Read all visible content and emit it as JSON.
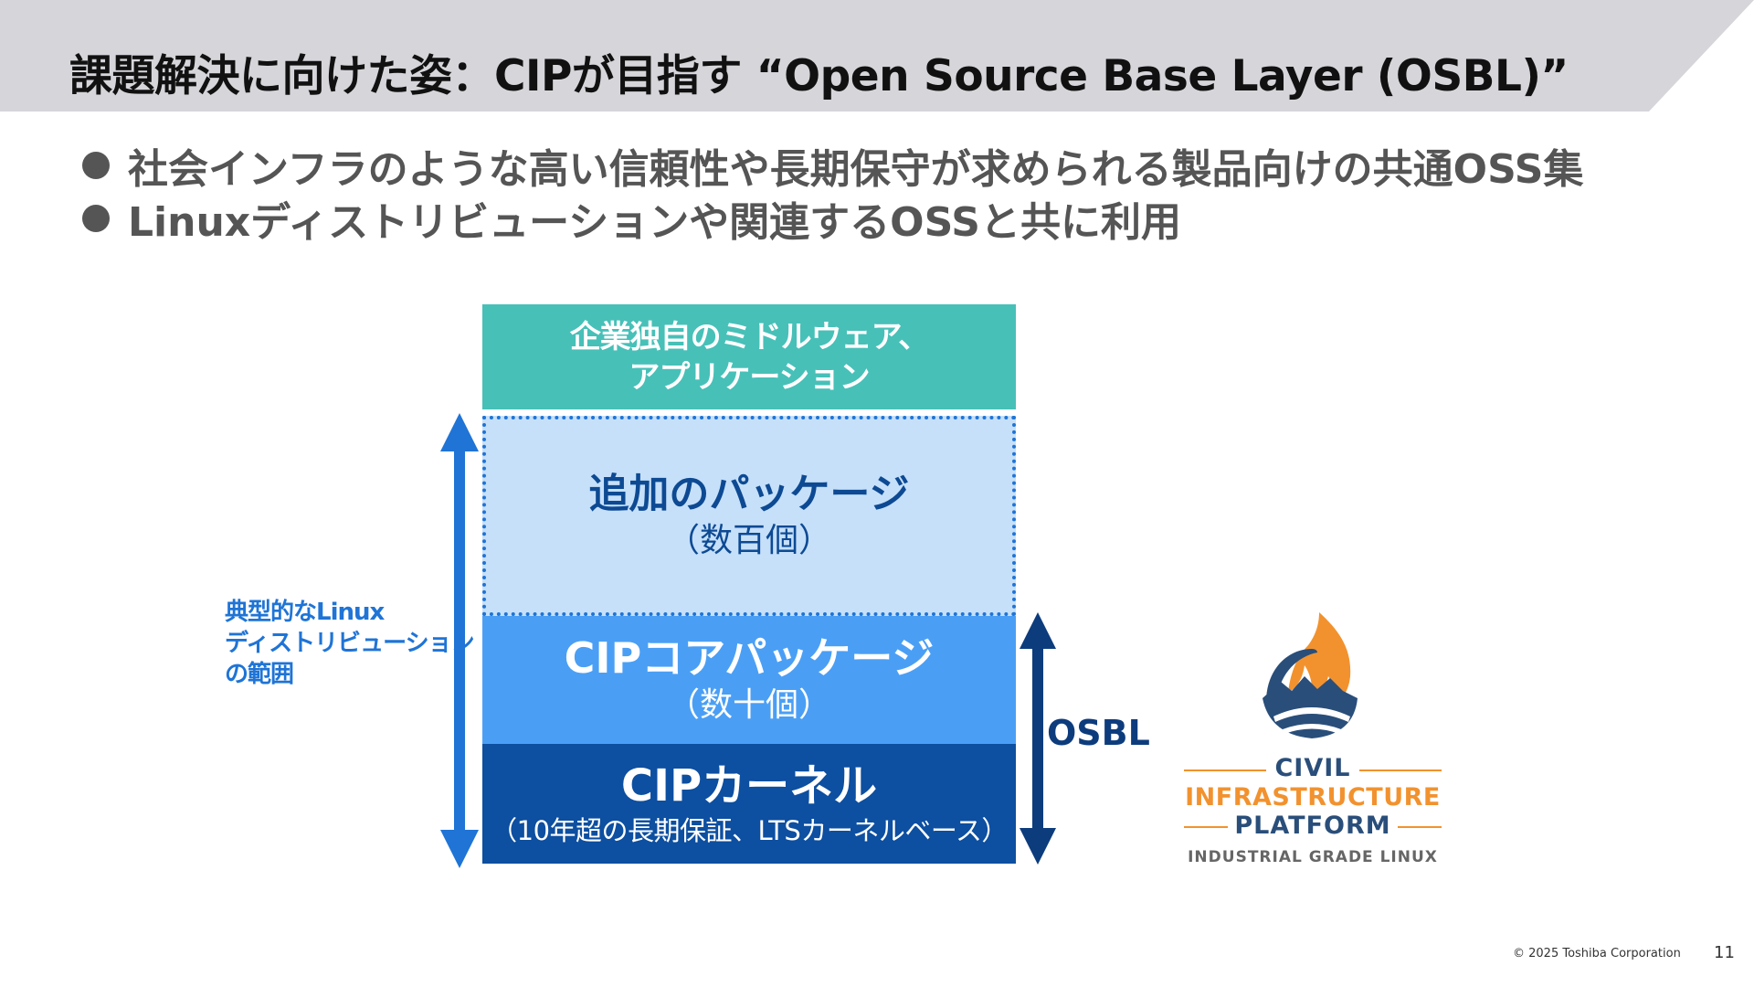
{
  "title": "課題解決に向けた姿：CIPが目指す “Open Source Base Layer (OSBL)”",
  "bullets": [
    "社会インフラのような高い信頼性や長期保守が求められる製品向けの共通OSS集",
    "Linuxディストリビューションや関連するOSSと共に利用"
  ],
  "layers": {
    "app": {
      "line1": "企業独自のミドルウェア、",
      "line2": "アプリケーション"
    },
    "additional": {
      "main": "追加のパッケージ",
      "sub": "（数百個）"
    },
    "core": {
      "main": "CIPコアパッケージ",
      "sub": "（数十個）"
    },
    "kernel": {
      "main": "CIPカーネル",
      "sub": "（10年超の長期保証、LTSカーネルベース）"
    }
  },
  "distro_label": [
    "典型的なLinux",
    "ディストリビューション",
    "の範囲"
  ],
  "osbl_label": "OSBL",
  "logo": {
    "line1": "CIVIL",
    "line2": "INFRASTRUCTURE",
    "line3": "PLATFORM",
    "tagline": "INDUSTRIAL GRADE LINUX"
  },
  "footer": {
    "copyright": "© 2025 Toshiba Corporation",
    "page": "11"
  },
  "colors": {
    "app_layer": "#47c0b8",
    "additional_layer": "#c6e0fa",
    "core_layer": "#4a9ff5",
    "kernel_layer": "#0d4fa0",
    "distro_arrow": "#1f74d6",
    "osbl_arrow": "#0d3c7d",
    "logo_orange": "#f2922e",
    "logo_navy": "#2a4e7a"
  }
}
